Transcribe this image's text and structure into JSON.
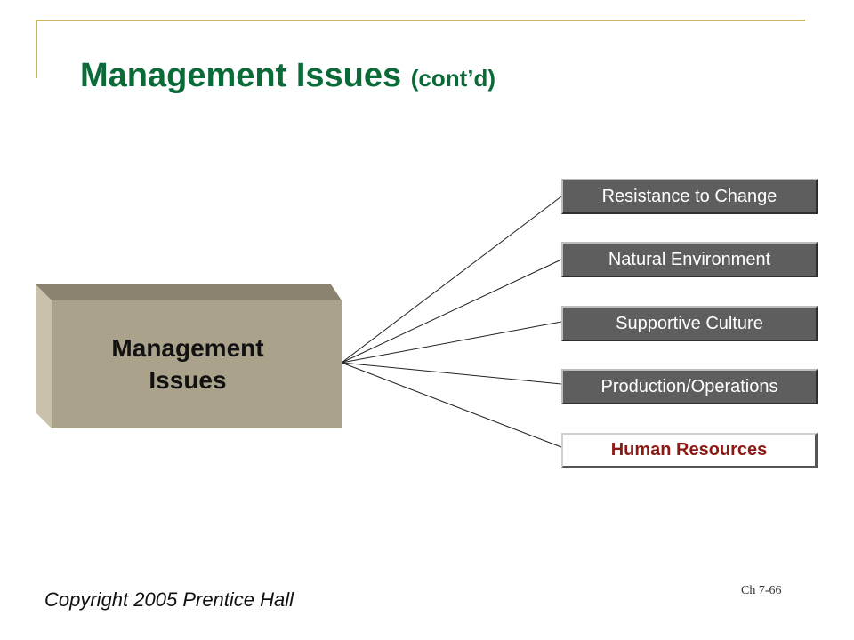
{
  "slide": {
    "title_main": "Management Issues",
    "title_suffix": "(cont’d)"
  },
  "diagram": {
    "center_label": "Management Issues",
    "items": [
      {
        "label": "Resistance to Change",
        "style": "dark"
      },
      {
        "label": "Natural Environment",
        "style": "dark"
      },
      {
        "label": "Supportive Culture",
        "style": "dark"
      },
      {
        "label": "Production/Operations",
        "style": "dark"
      },
      {
        "label": "Human Resources",
        "style": "highlight"
      }
    ]
  },
  "footer": {
    "copyright": "Copyright 2005 Prentice Hall",
    "slide_number": "Ch 7-66"
  },
  "colors": {
    "title": "#0a6a38",
    "frame": "#c8b866",
    "block_front": "#aaa28b",
    "box_dark": "#5e5e5e",
    "highlight_text": "#8b1a14"
  }
}
